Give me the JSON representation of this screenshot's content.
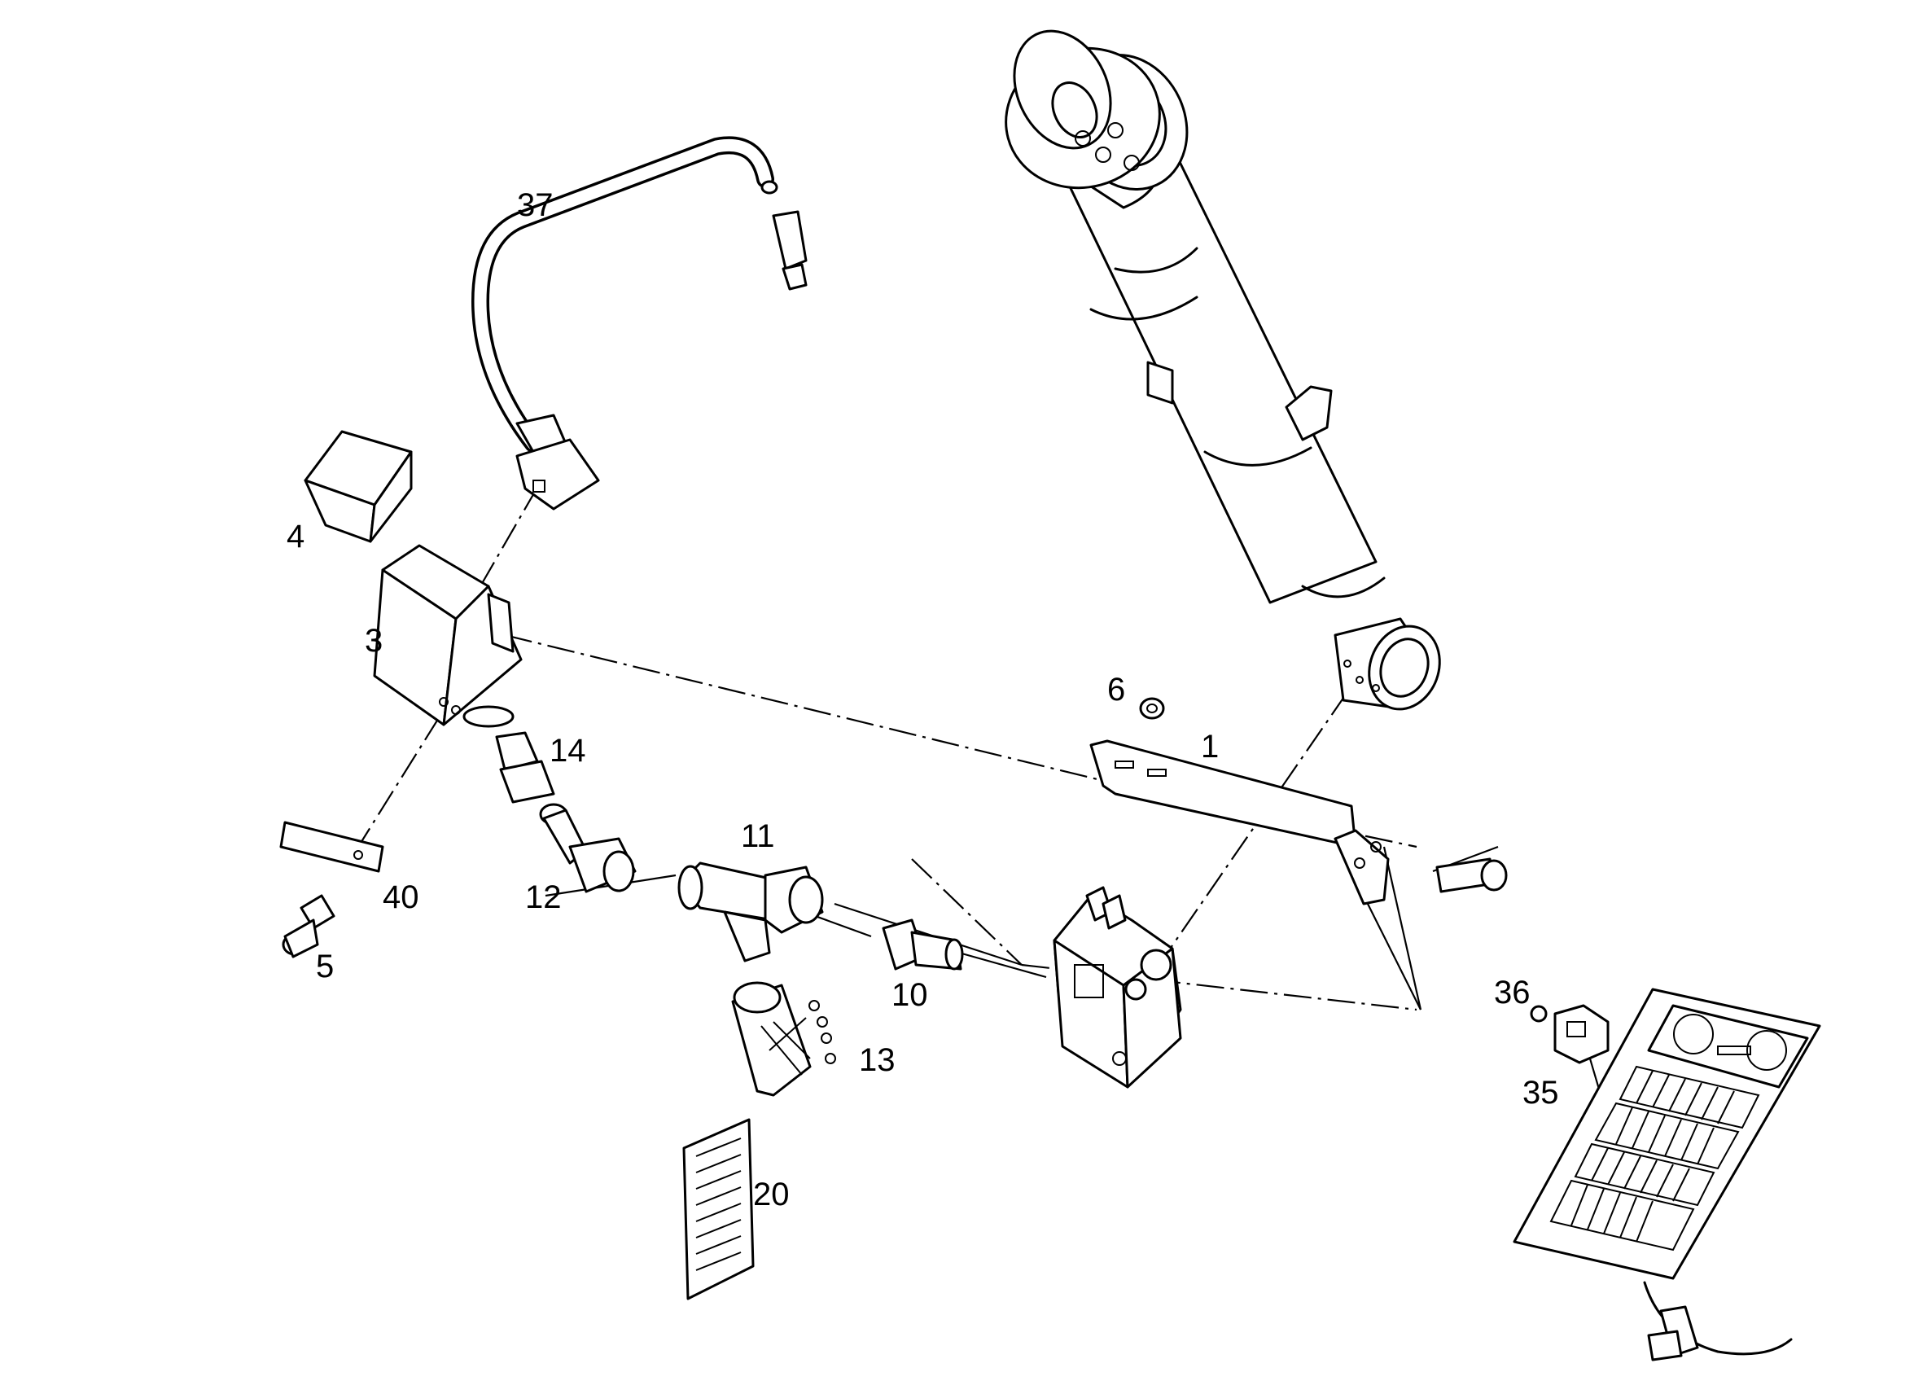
{
  "callouts": {
    "c1": "1",
    "c3": "3",
    "c4": "4",
    "c5": "5",
    "c6": "6",
    "c10": "10",
    "c11": "11",
    "c12": "12",
    "c13": "13",
    "c14": "14",
    "c20": "20",
    "c35": "35",
    "c36": "36",
    "c37": "37",
    "c40": "40"
  }
}
